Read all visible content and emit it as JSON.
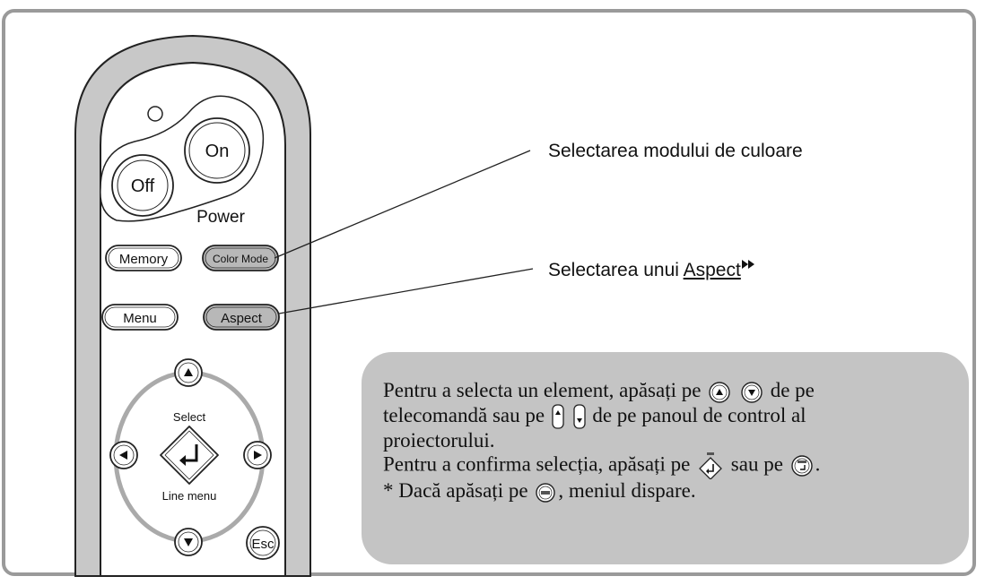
{
  "remote": {
    "on_label": "On",
    "off_label": "Off",
    "power_label": "Power",
    "memory_label": "Memory",
    "color_mode_label": "Color Mode",
    "menu_label": "Menu",
    "aspect_label": "Aspect",
    "select_label": "Select",
    "line_menu_label": "Line menu",
    "esc_label": "Esc"
  },
  "callouts": {
    "color_mode": "Selectarea modului de culoare",
    "aspect_prefix": "Selectarea unui ",
    "aspect_link": "Aspect"
  },
  "note": {
    "l1a": "Pentru a selecta un element, apăsați pe",
    "l1b": "de pe",
    "l2a": "telecomandă sau pe",
    "l2b": "de pe panoul de control al",
    "l3": "proiectorului.",
    "l4a": "Pentru a confirma selecția, apăsați pe",
    "l4b": "sau pe",
    "l4c": ".",
    "l5a": "* Dacă apăsați pe",
    "l5b": ", meniul dispare."
  },
  "colors": {
    "frame": "#9a9a9a",
    "note_bg": "#c4c4c4",
    "remote_shell": "#c8c8c8",
    "button_highlight": "#b8b8b8"
  }
}
